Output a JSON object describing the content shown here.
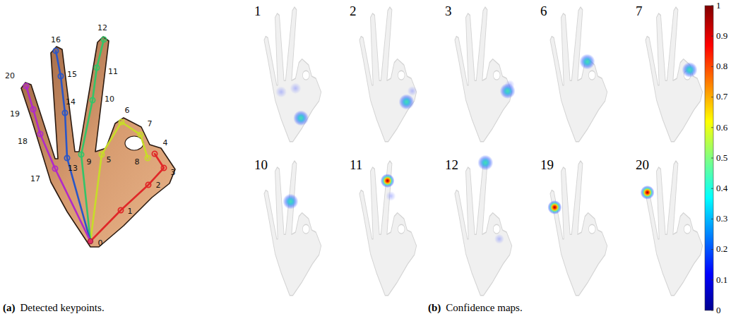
{
  "diagram": {
    "labels": [
      "16",
      "12",
      "15",
      "11",
      "20",
      "10",
      "14",
      "19",
      "6",
      "7",
      "18",
      "4",
      "9",
      "5",
      "8",
      "13",
      "3",
      "17",
      "2",
      "1",
      "0",
      "1",
      "2",
      "3",
      "6",
      "7",
      "10",
      "11",
      "12",
      "19",
      "20",
      "1",
      "0.9",
      "0.8",
      "0.7",
      "0.6",
      "0.5",
      "0.4",
      "0.3",
      "0.2",
      "0.1",
      "0",
      "(a)",
      "Detected keypoints.",
      "(b)",
      "Confidence maps."
    ]
  }
}
